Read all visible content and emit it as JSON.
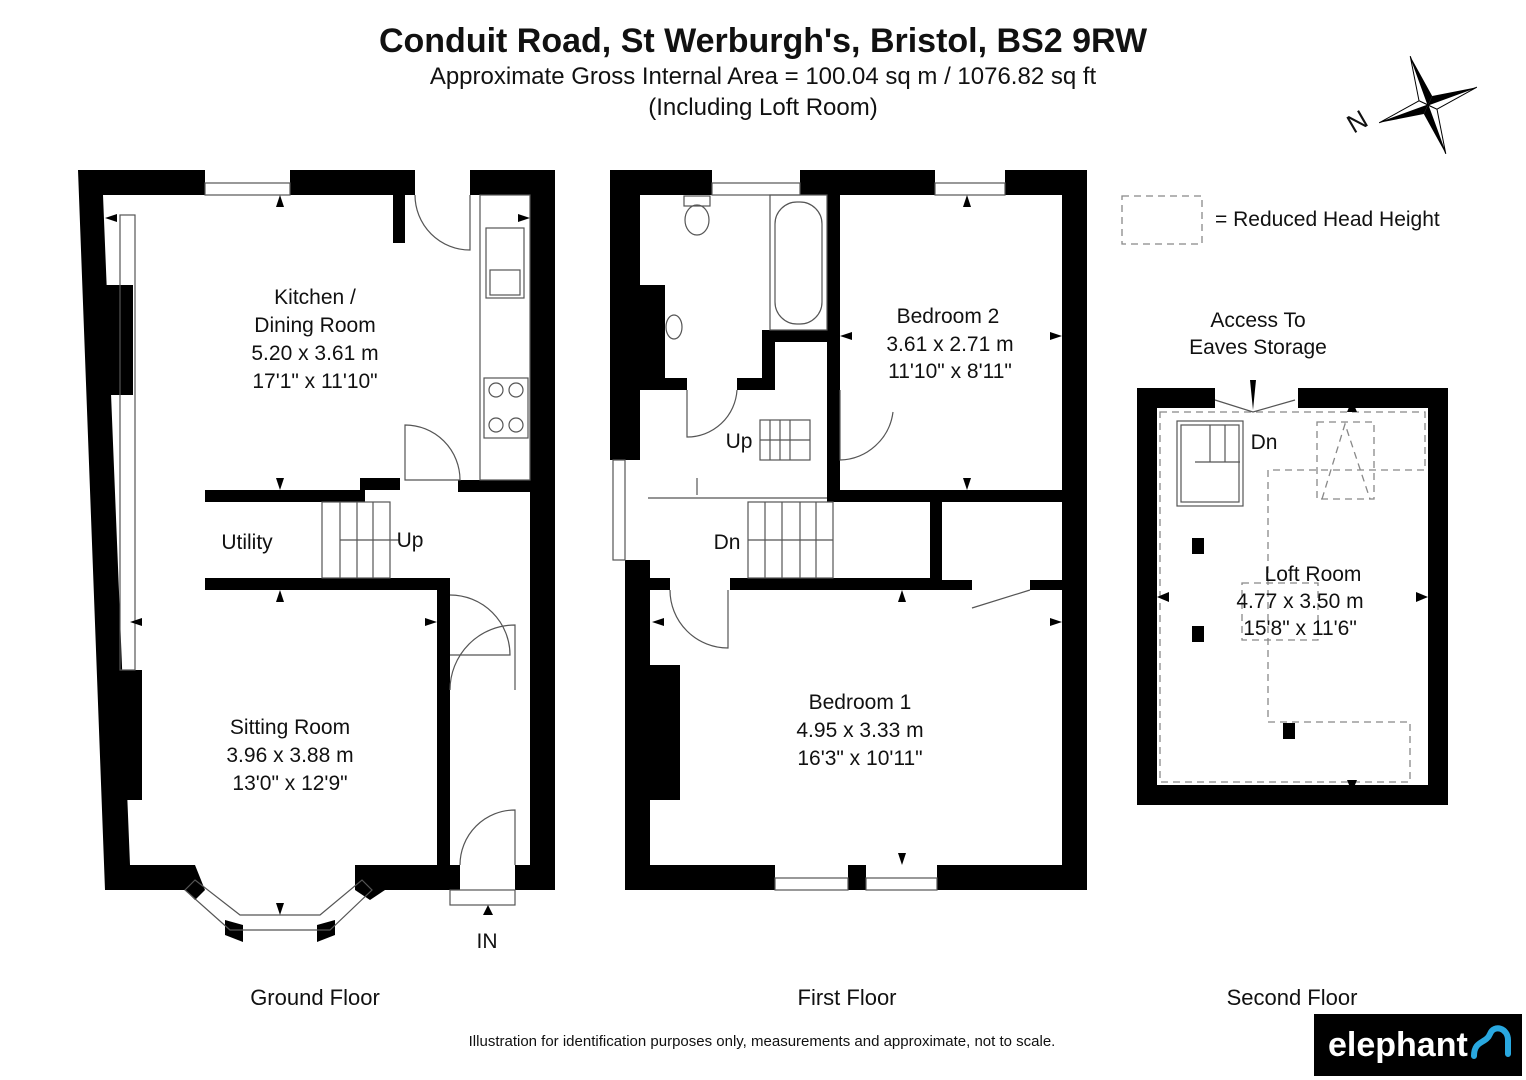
{
  "header": {
    "title": "Conduit Road, St Werburgh's, Bristol, BS2 9RW",
    "area": "Approximate Gross Internal Area = 100.04 sq m / 1076.82 sq ft",
    "note": "(Including Loft Room)"
  },
  "compass": {
    "label": "N"
  },
  "legend": {
    "label": "=  Reduced Head Height"
  },
  "ground_floor": {
    "label": "Ground Floor",
    "kitchen": {
      "name1": "Kitchen /",
      "name2": "Dining Room",
      "metric": "5.20 x 3.61 m",
      "imperial": "17'1\" x 11'10\""
    },
    "utility": {
      "name": "Utility"
    },
    "stairs": {
      "label": "Up"
    },
    "sitting": {
      "name": "Sitting Room",
      "metric": "3.96 x 3.88 m",
      "imperial": "13'0\" x 12'9\""
    },
    "entrance": {
      "label": "IN"
    }
  },
  "first_floor": {
    "label": "First Floor",
    "bedroom2": {
      "name": "Bedroom 2",
      "metric": "3.61 x 2.71 m",
      "imperial": "11'10\" x 8'11\""
    },
    "stairs_up": "Up",
    "stairs_down": "Dn",
    "bedroom1": {
      "name": "Bedroom 1",
      "metric": "4.95 x 3.33 m",
      "imperial": "16'3\" x 10'11\""
    }
  },
  "second_floor": {
    "label": "Second Floor",
    "access1": "Access To",
    "access2": "Eaves Storage",
    "stairs_down": "Dn",
    "loft": {
      "name": "Loft Room",
      "metric": "4.77 x 3.50 m",
      "imperial": "15'8\" x 11'6\""
    }
  },
  "footer": {
    "disclaimer": "Illustration for identification purposes only, measurements and approximate, not to scale.",
    "logo_text": "elephant",
    "logo_accent": "#29a8e0"
  }
}
